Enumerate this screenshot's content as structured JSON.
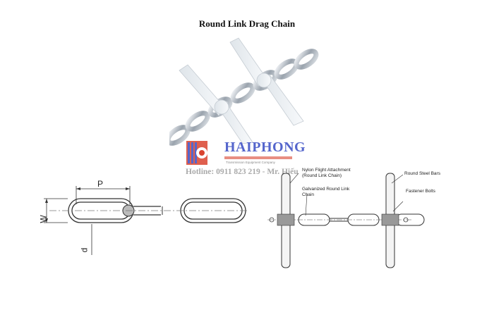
{
  "title": "Round Link Drag Chain",
  "logo": {
    "brand": "HAIPHONG",
    "tagline": "Transmission Equipment Company",
    "hotline": "Hotline: 0911 823 219 - Mr. Hiếu"
  },
  "diagram_left": {
    "pitch_label": "P",
    "width_label": "W",
    "diameter_label": "d"
  },
  "diagram_right": {
    "labels": {
      "nylon": "Nylon Flight Attachment (Round Link Chain)",
      "galvanized": "Galvanized Round Link Chain",
      "round_bars": "Round Steel Bars",
      "fastener": "Fastener Bolts"
    }
  },
  "colors": {
    "brand_blue": "#5566cc",
    "brand_red": "#d9432f",
    "line": "#333333"
  }
}
